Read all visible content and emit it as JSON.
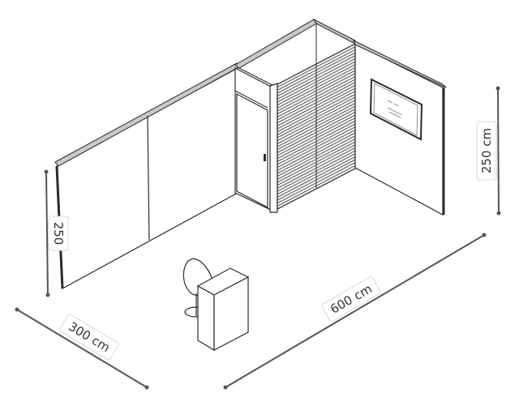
{
  "dimensions": {
    "height_left": "250",
    "height_right": "250 cm",
    "depth": "300 cm",
    "width": "600 cm"
  },
  "colors": {
    "line": "#2b2b2b",
    "dimension_line": "#555555",
    "wall_fill": "#ffffff",
    "wall_top": "#c8c8c8"
  },
  "icons": {
    "chair": "chair-icon",
    "counter": "counter-icon",
    "screen": "screen-icon"
  }
}
